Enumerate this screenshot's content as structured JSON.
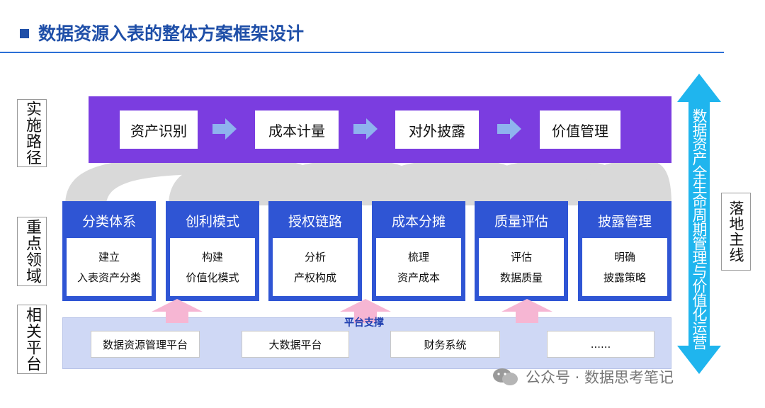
{
  "header": {
    "title": "数据资源入表的整体方案框架设计"
  },
  "side_labels": {
    "path": "实施路径",
    "domains": "重点领域",
    "platforms": "相关平台"
  },
  "steps": [
    "资产识别",
    "成本计量",
    "对外披露",
    "价值管理"
  ],
  "cards": [
    {
      "title": "分类体系",
      "lines": [
        "建立",
        "入表资产分类"
      ]
    },
    {
      "title": "创利模式",
      "lines": [
        "构建",
        "价值化模式"
      ]
    },
    {
      "title": "授权链路",
      "lines": [
        "分析",
        "产权构成"
      ]
    },
    {
      "title": "成本分摊",
      "lines": [
        "梳理",
        "资产成本"
      ]
    },
    {
      "title": "质量评估",
      "lines": [
        "评估",
        "数据质量"
      ]
    },
    {
      "title": "披露管理",
      "lines": [
        "明确",
        "披露策略"
      ]
    }
  ],
  "platform": {
    "title": "平台支撑",
    "items": [
      "数据资源管理平台",
      "大数据平台",
      "财务系统",
      "......"
    ]
  },
  "main_line": {
    "arrow_text": "数据资产全生命周期管理与价值化运营",
    "label": "落地主线"
  },
  "watermark": "公众号 · 数据思考笔记",
  "colors": {
    "title_blue": "#1f4fa8",
    "band_purple": "#7b3de0",
    "card_blue": "#2f55d4",
    "platform_bg": "#cfd8f5",
    "main_arrow": "#1fb5ee",
    "pink_arrow": "#f6b6d3",
    "step_arrow": "#8fb3ee"
  },
  "icons": [
    "square-bullet-icon",
    "right-arrow-icon",
    "up-arrow-icon",
    "double-vertical-arrow-icon",
    "wechat-icon"
  ]
}
